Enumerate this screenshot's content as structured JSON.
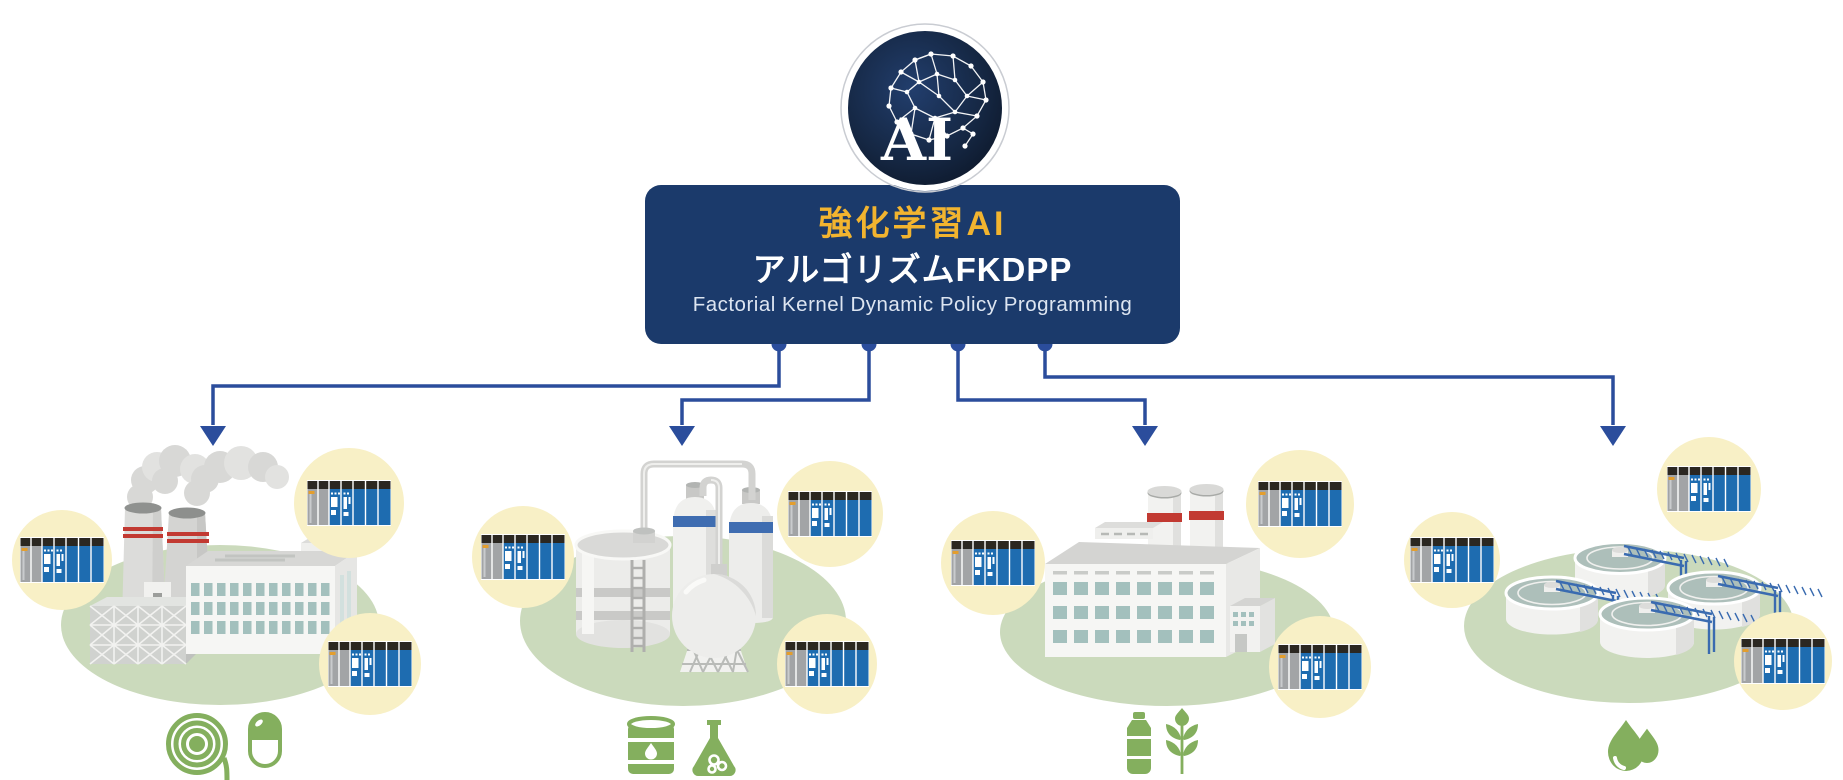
{
  "ai_badge": {
    "label": "AI",
    "icon": "brain-network-icon",
    "colors": {
      "disc_dark": "#0B1424",
      "disc_light": "#223E6D",
      "ring": "#FFFFFF",
      "network": "#FFFFFF"
    }
  },
  "panel": {
    "title": "強化学習AI",
    "subtitle": "アルゴリズムFKDPP",
    "caption": "Factorial Kernel Dynamic Policy Programming",
    "colors": {
      "background": "#1B3A6B",
      "title": "#F2B42F",
      "subtitle": "#FFFFFF",
      "caption": "#DDE5F1"
    }
  },
  "connectors": {
    "style": "elbow-lines-with-down-arrows",
    "count": 4,
    "color": "#2B4D9C"
  },
  "controller": {
    "icon": "plc-controller-rack-icon",
    "per_facility": 3,
    "colors": {
      "halo": "#F8F0C6",
      "module_blue": "#1E6CB0",
      "module_gray": "#A2A4A6",
      "top_band": "#2B2721",
      "marker": "#E39E2E"
    }
  },
  "facilities": [
    {
      "name": "power-plant",
      "ground_color": "#CBDABC",
      "product_icons": [
        "film-roll-icon",
        "capsule-icon"
      ]
    },
    {
      "name": "chemical-plant",
      "ground_color": "#CBDABC",
      "product_icons": [
        "oil-drum-icon",
        "flask-icon"
      ]
    },
    {
      "name": "food-beverage-factory",
      "ground_color": "#CBDABC",
      "product_icons": [
        "bottle-icon",
        "wheat-icon"
      ]
    },
    {
      "name": "water-treatment-plant",
      "ground_color": "#CBDABC",
      "product_icons": [
        "water-drops-icon"
      ]
    }
  ],
  "product_icon_color": "#84AF5E"
}
